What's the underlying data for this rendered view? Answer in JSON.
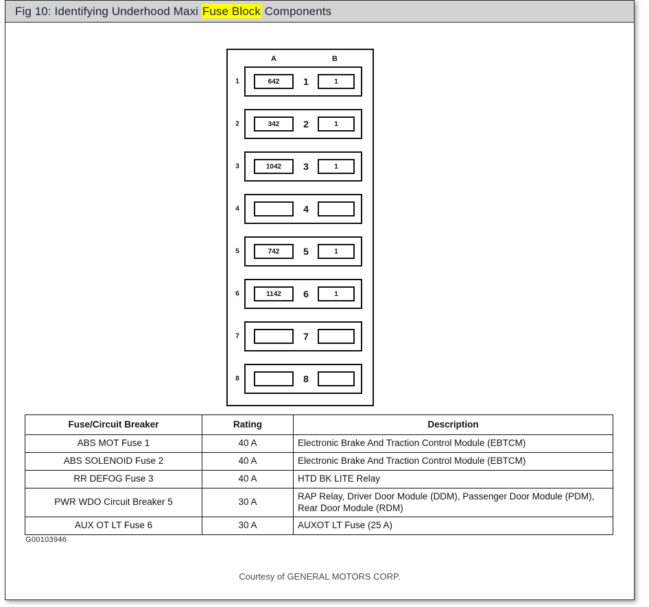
{
  "title": {
    "before": "Fig 10: Identifying Underhood Maxi ",
    "highlight": "Fuse Block",
    "after": " Components"
  },
  "figure": {
    "id_label": "G00103946",
    "column_headers": {
      "a": "A",
      "b": "B"
    },
    "rows": [
      {
        "number": "1",
        "slot_a": "642",
        "center": "1",
        "slot_b": "1"
      },
      {
        "number": "2",
        "slot_a": "342",
        "center": "2",
        "slot_b": "1"
      },
      {
        "number": "3",
        "slot_a": "1042",
        "center": "3",
        "slot_b": "1"
      },
      {
        "number": "4",
        "slot_a": "",
        "center": "4",
        "slot_b": ""
      },
      {
        "number": "5",
        "slot_a": "742",
        "center": "5",
        "slot_b": "1"
      },
      {
        "number": "6",
        "slot_a": "1142",
        "center": "6",
        "slot_b": "1"
      },
      {
        "number": "7",
        "slot_a": "",
        "center": "7",
        "slot_b": ""
      },
      {
        "number": "8",
        "slot_a": "",
        "center": "8",
        "slot_b": ""
      }
    ]
  },
  "table": {
    "headers": [
      "Fuse/Circuit Breaker",
      "Rating",
      "Description"
    ],
    "rows": [
      {
        "name": "ABS MOT Fuse 1",
        "rating": "40 A",
        "description": "Electronic Brake And Traction Control Module (EBTCM)"
      },
      {
        "name": "ABS SOLENOID Fuse 2",
        "rating": "40 A",
        "description": "Electronic Brake And Traction Control Module (EBTCM)"
      },
      {
        "name": "RR DEFOG Fuse 3",
        "rating": "40 A",
        "description": "HTD BK LITE Relay"
      },
      {
        "name": "PWR WDO Circuit Breaker 5",
        "rating": "30 A",
        "description": "RAP Relay, Driver Door Module (DDM), Passenger Door Module (PDM), Rear Door Module (RDM)"
      },
      {
        "name": "AUX OT LT Fuse 6",
        "rating": "30 A",
        "description": "AUXOT LT Fuse (25 A)"
      }
    ]
  },
  "courtesy": "Courtesy of GENERAL MOTORS CORP."
}
